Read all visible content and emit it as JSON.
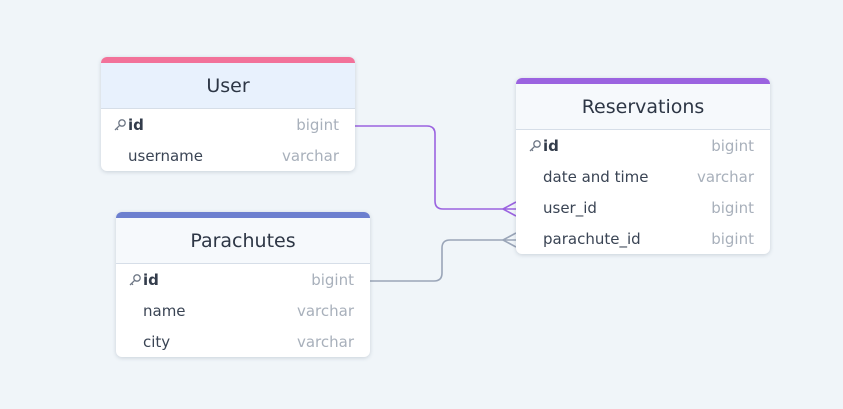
{
  "colors": {
    "background": "#f0f5f9",
    "user_accent": "#f2729a",
    "reservations_accent": "#9b63e0",
    "parachutes_accent": "#6c7fcf",
    "relation_user": "#9b63e0",
    "relation_parachute": "#9aa5b8"
  },
  "tables": {
    "user": {
      "title": "User",
      "columns": [
        {
          "name": "id",
          "type": "bigint",
          "primary_key": true,
          "icon": "key-icon"
        },
        {
          "name": "username",
          "type": "varchar",
          "primary_key": false
        }
      ]
    },
    "reservations": {
      "title": "Reservations",
      "columns": [
        {
          "name": "id",
          "type": "bigint",
          "primary_key": true,
          "icon": "key-icon"
        },
        {
          "name": "date and time",
          "type": "varchar",
          "primary_key": false
        },
        {
          "name": "user_id",
          "type": "bigint",
          "primary_key": false
        },
        {
          "name": "parachute_id",
          "type": "bigint",
          "primary_key": false
        }
      ]
    },
    "parachutes": {
      "title": "Parachutes",
      "columns": [
        {
          "name": "id",
          "type": "bigint",
          "primary_key": true,
          "icon": "key-icon"
        },
        {
          "name": "name",
          "type": "varchar",
          "primary_key": false
        },
        {
          "name": "city",
          "type": "varchar",
          "primary_key": false
        }
      ]
    }
  },
  "relations": [
    {
      "from": "User.id",
      "to": "Reservations.user_id",
      "type": "one-to-many"
    },
    {
      "from": "Parachutes.id",
      "to": "Reservations.parachute_id",
      "type": "one-to-many"
    }
  ]
}
